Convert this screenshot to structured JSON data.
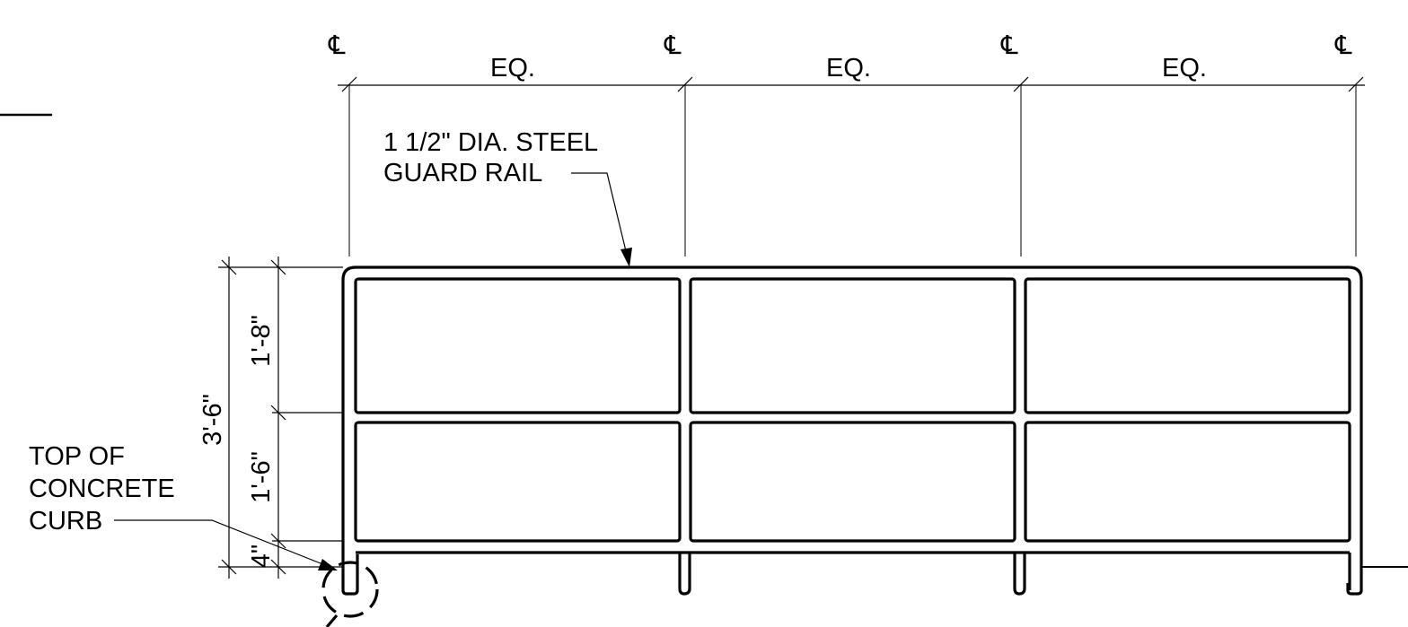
{
  "drawing": {
    "centerline_symbol": "℄",
    "spacing_labels": [
      "EQ.",
      "EQ.",
      "EQ."
    ],
    "rail_callout": [
      "1 1/2\" DIA. STEEL",
      "GUARD RAIL"
    ],
    "curb_callout": [
      "TOP OF",
      "CONCRETE",
      "CURB"
    ],
    "dim_overall": "3'-6\"",
    "dim_top": "1'-8\"",
    "dim_middle": "1'-6\"",
    "dim_bottom": "4\""
  }
}
